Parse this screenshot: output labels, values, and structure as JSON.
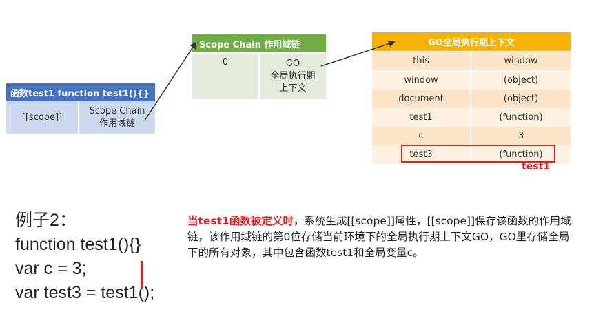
{
  "func_table": {
    "header": "函数test1  function test1(){}",
    "cell_left": "[[scope]]",
    "cell_right_line1": "Scope Chain",
    "cell_right_line2": "作用域链"
  },
  "scope_table": {
    "header": "Scope Chain 作用域链",
    "index": "0",
    "value_line1": "GO",
    "value_line2": "全局执行期",
    "value_line3": "上下文"
  },
  "go_table": {
    "header": "GO全局执行期上下文",
    "rows": [
      {
        "key": "this",
        "value": "window"
      },
      {
        "key": "window",
        "value": "(object)"
      },
      {
        "key": "document",
        "value": "(object)"
      },
      {
        "key": "test1",
        "value": "(function)"
      },
      {
        "key": "c",
        "value": "3"
      },
      {
        "key": "test3",
        "value": "(function)"
      }
    ],
    "highlight_label": "test1"
  },
  "code": {
    "title": "例子2：",
    "lines": [
      "function test1(){}",
      "var c = 3;",
      "var test3 = test1();"
    ]
  },
  "description": {
    "emphasis": "当test1函数被定义时",
    "rest": "，系统生成[[scope]]属性，[[scope]]保存该函数的作用域链，该作用域链的第0位存储当前环境下的全局执行期上下文GO，GO里存储全局下的所有对象，其中包含函数test1和全局变量c。"
  },
  "colors": {
    "blue_header": "#4472c4",
    "green_header": "#70ad47",
    "orange_header": "#f5b300",
    "highlight": "#e02020"
  }
}
